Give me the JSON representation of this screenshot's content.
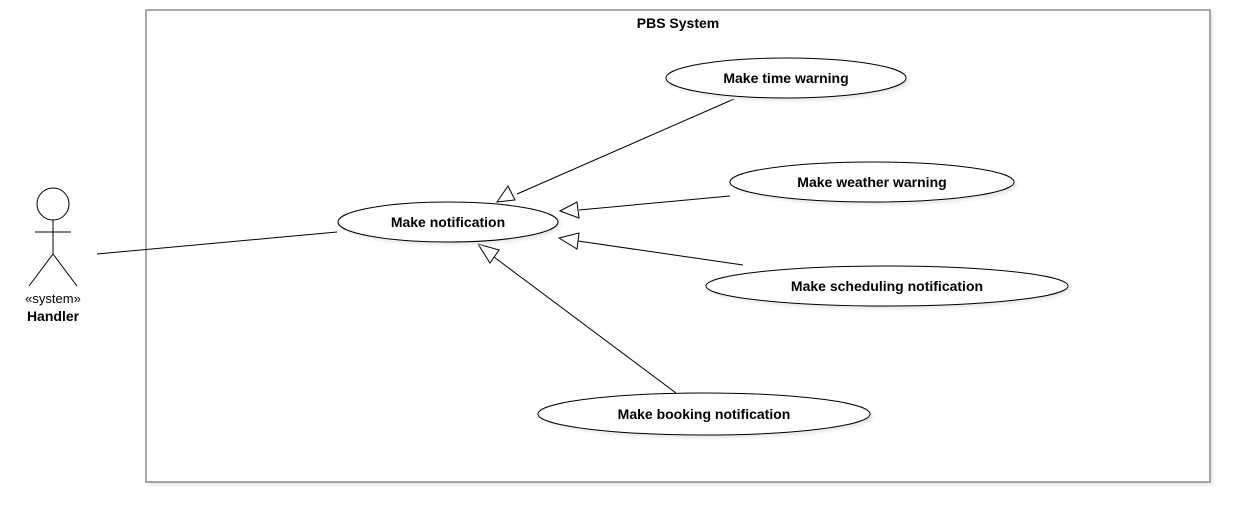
{
  "system": {
    "title": "PBS System"
  },
  "actor": {
    "stereotype": "«system»",
    "name": "Handler"
  },
  "use_cases": {
    "notification": "Make notification",
    "time_warning": "Make time warning",
    "weather_warning": "Make weather warning",
    "scheduling": "Make scheduling notification",
    "booking": "Make booking notification"
  },
  "colors": {
    "line": "#000000",
    "boundary": "#8c8c8c",
    "shadow": "#ececec",
    "fill": "#ffffff"
  }
}
